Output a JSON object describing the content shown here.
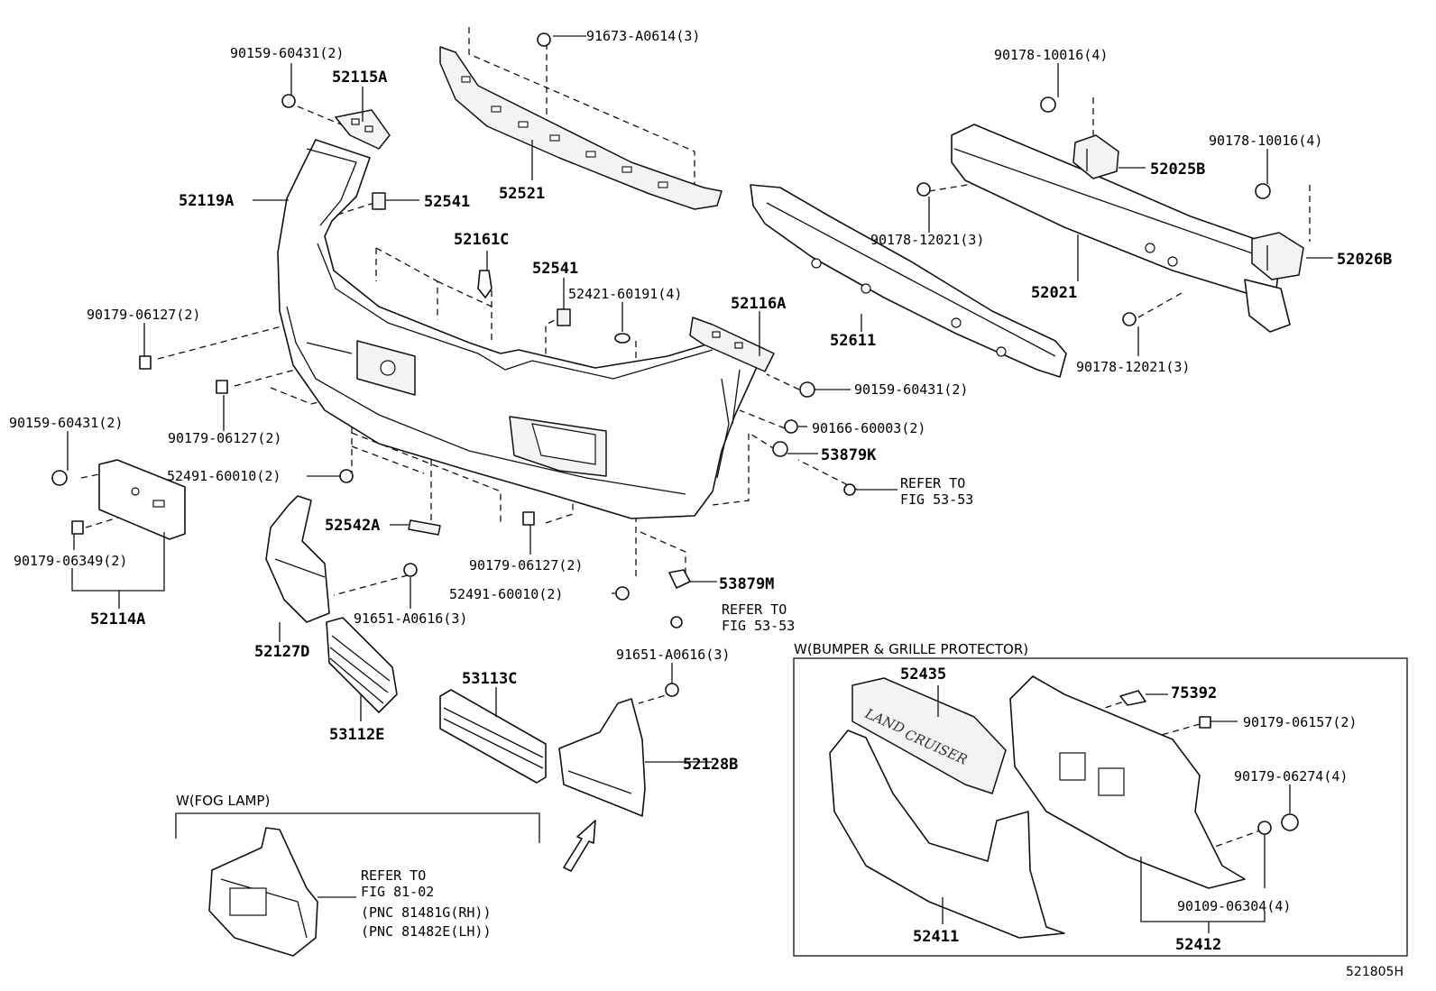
{
  "labels": {
    "p90159_60431_a": "90159-60431(2)",
    "p52115A": "52115A",
    "p91673_A0614": "91673-A0614(3)",
    "p90178_10016_a": "90178-10016(4)",
    "p90178_10016_b": "90178-10016(4)",
    "p52025B": "52025B",
    "p52119A": "52119A",
    "p52541_a": "52541",
    "p52521": "52521",
    "p52161C": "52161C",
    "p52541_b": "52541",
    "p90178_12021_a": "90178-12021(3)",
    "p52026B": "52026B",
    "p52021": "52021",
    "p90179_06127_a": "90179-06127(2)",
    "p52421_60191": "52421-60191(4)",
    "p52116A": "52116A",
    "p52611": "52611",
    "p90178_12021_b": "90178-12021(3)",
    "p90159_60431_b": "90159-60431(2)",
    "p90159_60431_c": "90159-60431(2)",
    "p90179_06127_b": "90179-06127(2)",
    "p90166_60003": "90166-60003(2)",
    "p53879K": "53879K",
    "p52491_60010_a": "52491-60010(2)",
    "p52542A": "52542A",
    "p90179_06349": "90179-06349(2)",
    "p90179_06127_c": "90179-06127(2)",
    "p52491_60010_b": "52491-60010(2)",
    "p53879M": "53879M",
    "p52114A": "52114A",
    "p91651_A0616_a": "91651-A0616(3)",
    "p52127D": "52127D",
    "p91651_A0616_b": "91651-A0616(3)",
    "p53113C": "53113C",
    "p53112E": "53112E",
    "p52128B": "52128B",
    "p52435": "52435",
    "p75392": "75392",
    "p90179_06157": "90179-06157(2)",
    "p90179_06274": "90179-06274(4)",
    "p90109_06304": "90109-06304(4)",
    "p52411": "52411",
    "p52412": "52412"
  },
  "refs": {
    "refer_to": "REFER TO",
    "fig_53_53": "FIG 53-53",
    "fig_81_02": "FIG 81-02",
    "pnc_rh": "(PNC 81481G(RH))",
    "pnc_lh": "(PNC 81482E(LH))"
  },
  "sections": {
    "fog_lamp": "W(FOG LAMP)",
    "protector": "W(BUMPER & GRILLE PROTECTOR)"
  },
  "emblem": {
    "line1": "LAND",
    "line2": "CRUISER"
  },
  "figure_code": "521805H"
}
